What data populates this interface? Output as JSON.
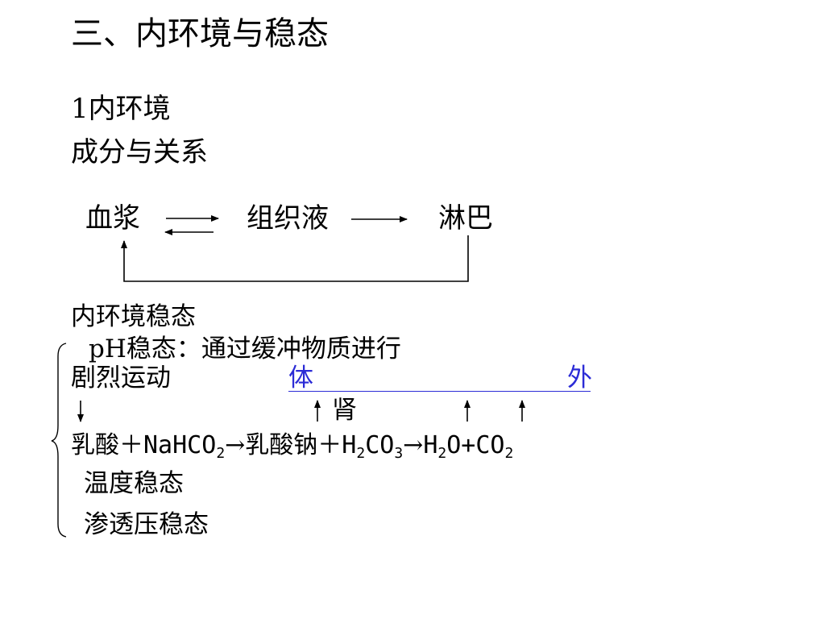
{
  "title": "三、内环境与稳态",
  "section": {
    "heading": "1内环境",
    "subheading": "成分与关系"
  },
  "diagram": {
    "nodes": [
      "血浆",
      "组织液",
      "淋巴"
    ]
  },
  "homeostasis": {
    "title": "内环境稳态",
    "ph_line": "pH稳态：通过缓冲物质进行",
    "exercise": "剧烈运动",
    "body": "体",
    "outside": "外",
    "kidney": "肾",
    "equation": {
      "lactic": "乳酸",
      "plus": "＋",
      "nahco": "NaHCO",
      "sub2": "2",
      "lactate": "乳酸钠",
      "h": "H",
      "co": "CO",
      "sub3": "3",
      "o_plus_co": "O+CO"
    },
    "temperature": "温度稳态",
    "osmotic": "渗透压稳态"
  }
}
